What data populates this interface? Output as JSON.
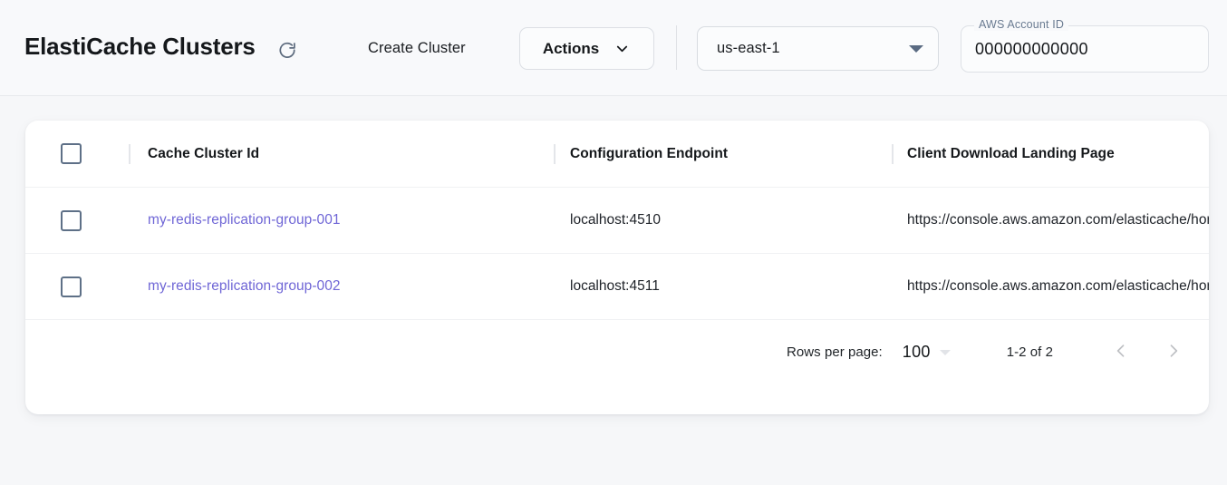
{
  "header": {
    "title": "ElastiCache Clusters",
    "refresh_icon": "refresh-icon",
    "create_cluster_label": "Create Cluster",
    "actions_label": "Actions",
    "actions_chevron_icon": "chevron-down-icon",
    "region": {
      "selected": "us-east-1",
      "dropdown_icon": "caret-down-icon"
    },
    "account": {
      "label": "AWS Account ID",
      "value": "000000000000"
    }
  },
  "table": {
    "columns": [
      "Cache Cluster Id",
      "Configuration Endpoint",
      "Client Download Landing Page"
    ],
    "rows": [
      {
        "cache_cluster_id": "my-redis-replication-group-001",
        "configuration_endpoint": "localhost:4510",
        "client_download_landing_page": "https://console.aws.amazon.com/elasticache/home"
      },
      {
        "cache_cluster_id": "my-redis-replication-group-002",
        "configuration_endpoint": "localhost:4511",
        "client_download_landing_page": "https://console.aws.amazon.com/elasticache/home"
      }
    ]
  },
  "pagination": {
    "rows_per_page_label": "Rows per page:",
    "rows_per_page_value": "100",
    "range_label": "1-2 of 2",
    "prev_icon": "chevron-left-icon",
    "next_icon": "chevron-right-icon"
  },
  "colors": {
    "link": "#6f66d6",
    "page_background": "#f6f7f9",
    "card_background": "#ffffff",
    "checkbox_border": "#5e7087",
    "legend_text": "#6a7b91"
  }
}
